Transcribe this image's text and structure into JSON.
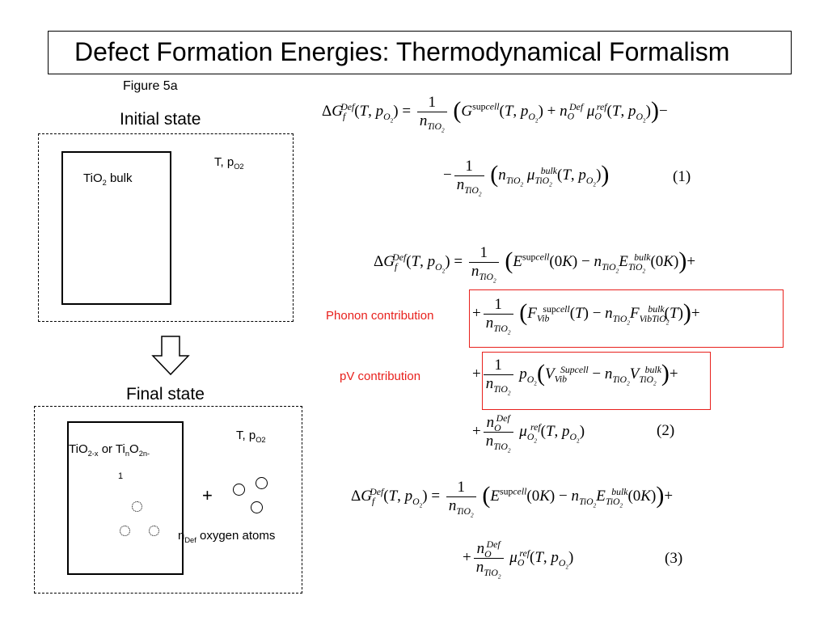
{
  "slide": {
    "title": "Defect Formation Energies: Thermodynamical Formalism",
    "figure_label": "Figure 5a"
  },
  "initial_state": {
    "heading": "Initial state",
    "bulk_label": {
      "pre": "TiO",
      "sub": "2",
      "post": " bulk"
    },
    "conditions": {
      "pre": "T, p",
      "sub": "O2"
    }
  },
  "final_state": {
    "heading": "Final state",
    "composition": {
      "a": "TiO",
      "a_sub": "2-x",
      "or": " or Ti",
      "n_sub": "n",
      "b": "O",
      "b_sub": "2n-",
      "wrap": "1"
    },
    "conditions": {
      "pre": "T, p",
      "sub": "O2"
    },
    "plus": "+",
    "atoms_label": {
      "pre": "n",
      "sub": "Def",
      "post": " oxygen atoms"
    }
  },
  "annotations": {
    "phonon": "Phonon contribution",
    "pv": "pV contribution"
  },
  "equations": {
    "eq1_number": "(1)",
    "eq2_number": "(2)",
    "eq3_number": "(3)"
  }
}
